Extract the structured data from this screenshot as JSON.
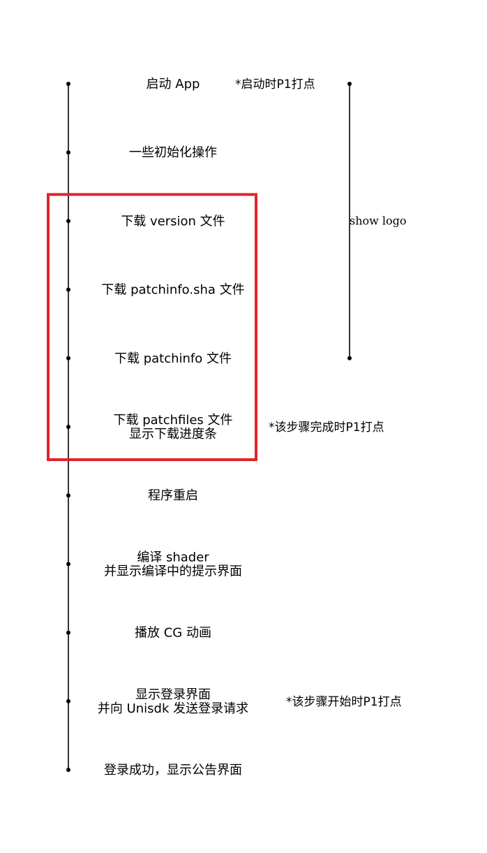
{
  "timeline": {
    "steps": [
      {
        "lines": [
          "启动 App"
        ]
      },
      {
        "lines": [
          "一些初始化操作"
        ]
      },
      {
        "lines": [
          "下载 version 文件"
        ]
      },
      {
        "lines": [
          "下载 patchinfo.sha 文件"
        ]
      },
      {
        "lines": [
          "下载 patchinfo 文件"
        ]
      },
      {
        "lines": [
          "下载 patchfiles 文件",
          "显示下载进度条"
        ]
      },
      {
        "lines": [
          "程序重启"
        ]
      },
      {
        "lines": [
          "编译 shader",
          "并显示编译中的提示界面"
        ]
      },
      {
        "lines": [
          "播放 CG 动画"
        ]
      },
      {
        "lines": [
          "显示登录界面",
          "并向 Unisdk 发送登录请求"
        ]
      },
      {
        "lines": [
          "登录成功，显示公告界面"
        ]
      }
    ],
    "notes": [
      {
        "step": 0,
        "text": "*启动时P1打点"
      },
      {
        "step": 5,
        "text": "*该步骤完成时P1打点"
      },
      {
        "step": 9,
        "text": "*该步骤开始时P1打点"
      }
    ],
    "bracket": {
      "from_step": 0,
      "to_step": 4,
      "label": "show logo"
    },
    "highlight": {
      "from_step": 2,
      "to_step": 5,
      "color": "#e0242c"
    }
  }
}
